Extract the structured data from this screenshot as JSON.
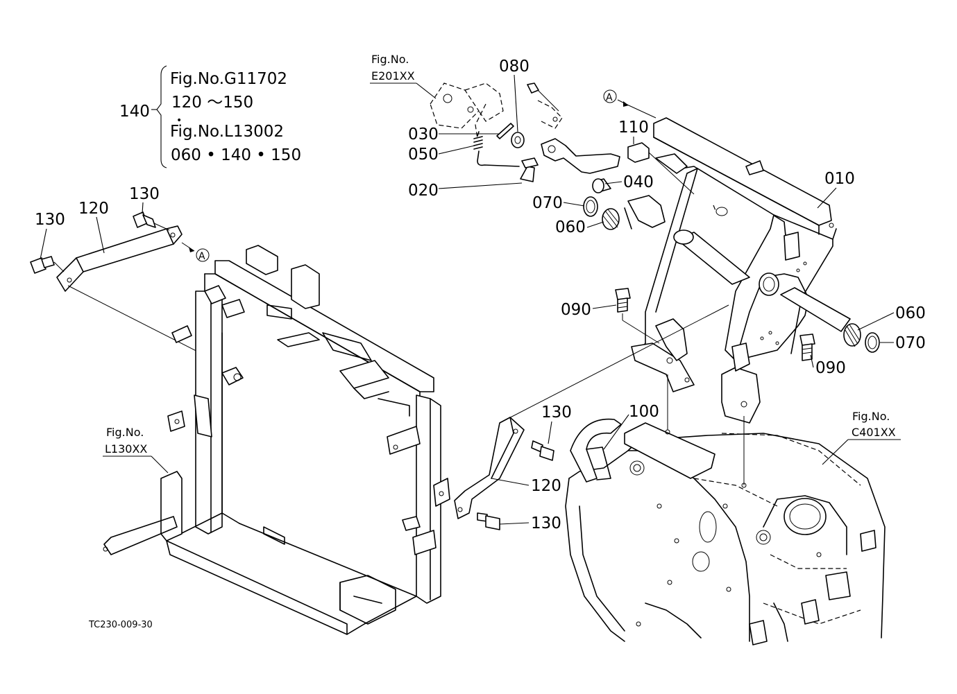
{
  "drawing_code": "TC230-009-30",
  "note": {
    "number": "140",
    "lines": [
      "Fig.No.G11702",
      "120 ～150",
      "•",
      "Fig.No.L13002",
      " 060 • 140 • 150"
    ]
  },
  "refs": {
    "e201": {
      "top": "Fig.No.",
      "bottom": "E201XX"
    },
    "l130": {
      "top": "Fig.No.",
      "bottom": "L130XX"
    },
    "c401": {
      "top": "Fig.No.",
      "bottom": "C401XX"
    }
  },
  "markers": {
    "a_top": "A",
    "a_left": "A"
  },
  "parts": {
    "p010": "010",
    "p020": "020",
    "p030": "030",
    "p040": "040",
    "p050": "050",
    "p060_top": "060",
    "p060_right": "060",
    "p070_top": "070",
    "p070_right": "070",
    "p080": "080",
    "p090_left": "090",
    "p090_right": "090",
    "p100": "100",
    "p110": "110",
    "p120_left": "120",
    "p120_right": "120",
    "p130_left_a": "130",
    "p130_left_b": "130",
    "p130_mid": "130",
    "p130_bottom": "130"
  }
}
